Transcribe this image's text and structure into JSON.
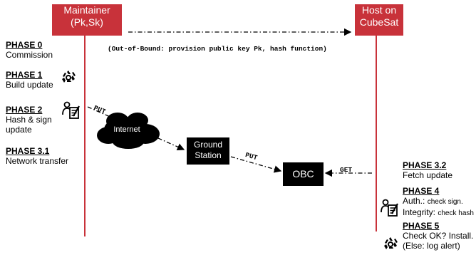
{
  "actors": {
    "maintainer": {
      "line1": "Maintainer",
      "line2": "(Pk,Sk)"
    },
    "host": {
      "line1": "Host on",
      "line2": "CubeSat"
    }
  },
  "oob_note": "(Out-of-Bound: provision public key Pk, hash function)",
  "phases_left": [
    {
      "title": "PHASE 0",
      "lines": [
        "Commission"
      ]
    },
    {
      "title": "PHASE 1",
      "lines": [
        "Build update"
      ]
    },
    {
      "title": "PHASE 2",
      "lines": [
        "Hash & sign",
        "update"
      ]
    },
    {
      "title": "PHASE 3.1",
      "lines": [
        "Network transfer"
      ]
    }
  ],
  "phases_right": {
    "p32": {
      "title": "PHASE 3.2",
      "line": "Fetch update"
    },
    "p4": {
      "title": "PHASE 4",
      "auth_label": "Auth.:",
      "auth_value": "check sign.",
      "integrity_label": "Integrity:",
      "integrity_value": "check hash"
    },
    "p5": {
      "title": "PHASE 5",
      "line1": "Check OK? Install.",
      "line2": "(Else: log alert)"
    }
  },
  "nodes": {
    "internet": "Internet",
    "ground_station": {
      "line1": "Ground",
      "line2": "Station"
    },
    "obc": "OBC"
  },
  "messages": {
    "put1": "PUT",
    "put2": "PUT",
    "get": "GET"
  },
  "icons": [
    "recycle-icon",
    "sign-document-icon",
    "sign-document-icon",
    "recycle-icon"
  ],
  "colors": {
    "accent": "#c8323a",
    "box": "#000000"
  }
}
